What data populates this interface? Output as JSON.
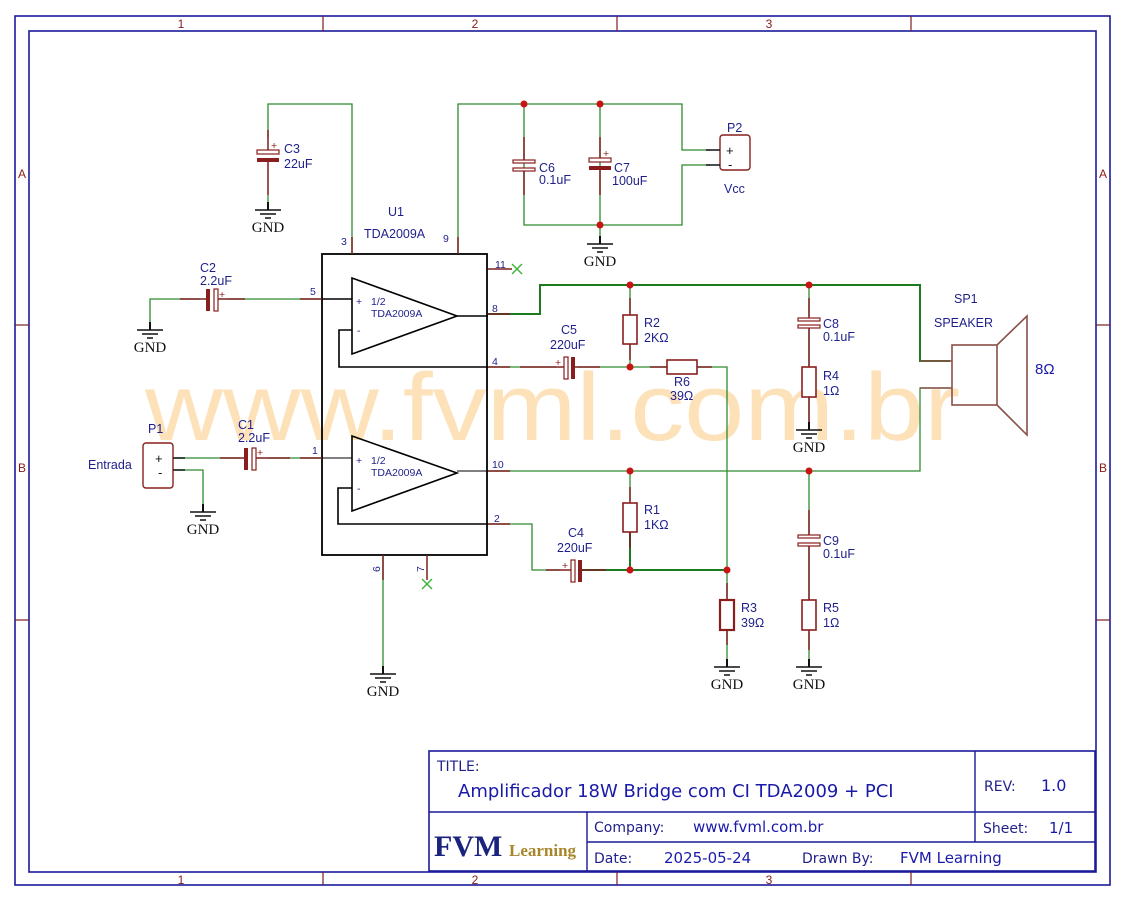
{
  "frame": {
    "columns": [
      "1",
      "2",
      "3"
    ],
    "rows": [
      "A",
      "B"
    ]
  },
  "watermark": "www.fvml.com.br",
  "components": {
    "u1": {
      "ref": "U1",
      "value": "TDA2009A",
      "half_label": "1/2",
      "half_part": "TDA2009A",
      "pins": {
        "p1": "1",
        "p2": "2",
        "p3": "3",
        "p4": "4",
        "p5": "5",
        "p6": "6",
        "p7": "7",
        "p8": "8",
        "p9": "9",
        "p10": "10",
        "p11": "11"
      },
      "plus": "+",
      "minus": "-"
    },
    "c1": {
      "ref": "C1",
      "value": "2.2uF"
    },
    "c2": {
      "ref": "C2",
      "value": "2.2uF"
    },
    "c3": {
      "ref": "C3",
      "value": "22uF"
    },
    "c4": {
      "ref": "C4",
      "value": "220uF"
    },
    "c5": {
      "ref": "C5",
      "value": "220uF"
    },
    "c6": {
      "ref": "C6",
      "value": "0.1uF"
    },
    "c7": {
      "ref": "C7",
      "value": "100uF"
    },
    "c8": {
      "ref": "C8",
      "value": "0.1uF"
    },
    "c9": {
      "ref": "C9",
      "value": "0.1uF"
    },
    "r1": {
      "ref": "R1",
      "value": "1KΩ"
    },
    "r2": {
      "ref": "R2",
      "value": "2KΩ"
    },
    "r3": {
      "ref": "R3",
      "value": "39Ω"
    },
    "r4": {
      "ref": "R4",
      "value": "1Ω"
    },
    "r5": {
      "ref": "R5",
      "value": "1Ω"
    },
    "r6": {
      "ref": "R6",
      "value": "39Ω"
    },
    "p1": {
      "ref": "P1",
      "name": "Entrada",
      "plus": "+",
      "minus": "-"
    },
    "p2": {
      "ref": "P2",
      "name": "Vcc",
      "plus": "+",
      "minus": "-"
    },
    "sp1": {
      "ref": "SP1",
      "value": "SPEAKER",
      "impedance": "8Ω"
    },
    "gnd_label": "GND"
  },
  "title_block": {
    "title_label": "TITLE:",
    "title": "Amplificador 18W Bridge com CI TDA2009 + PCI",
    "rev_label": "REV:",
    "rev": "1.0",
    "company_label": "Company:",
    "company": "www.fvml.com.br",
    "sheet_label": "Sheet:",
    "sheet": "1/1",
    "date_label": "Date:",
    "date": "2025-05-24",
    "drawn_by_label": "Drawn By:",
    "drawn_by": "FVM Learning",
    "logo_main": "FVM",
    "logo_sub": "Learning"
  }
}
